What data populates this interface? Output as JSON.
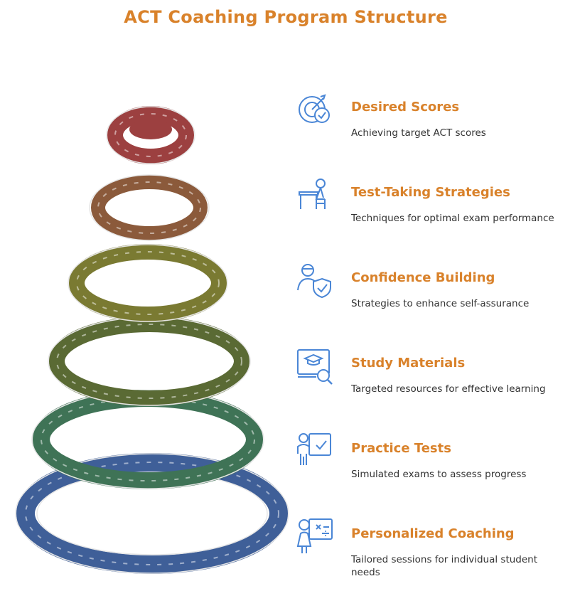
{
  "title": "ACT Coaching Program Structure",
  "colors": {
    "accent": "#d9822b",
    "icon": "#4a86d6",
    "text": "#333333",
    "ring_top": "#9c4040",
    "ring_2": "#8b5a3b",
    "ring_3": "#7a7a32",
    "ring_4": "#6b6b2e",
    "ring_5": "#3f7356",
    "ring_bottom": "#3f5f98"
  },
  "levels": [
    {
      "heading": "Desired Scores",
      "description": "Achieving target ACT scores",
      "icon": "target-check-icon",
      "color": "#9c4040"
    },
    {
      "heading": "Test-Taking Strategies",
      "description": "Techniques for optimal exam performance",
      "icon": "person-at-desk-icon",
      "color": "#8b5a3b"
    },
    {
      "heading": "Confidence Building",
      "description": "Strategies to enhance self-assurance",
      "icon": "person-shield-icon",
      "color": "#7a7a32"
    },
    {
      "heading": "Study Materials",
      "description": "Targeted resources for effective learning",
      "icon": "screen-search-icon",
      "color": "#6b6b2e"
    },
    {
      "heading": "Practice Tests",
      "description": "Simulated exams to assess progress",
      "icon": "person-checkboard-icon",
      "color": "#3f7356"
    },
    {
      "heading": "Personalized Coaching",
      "description": "Tailored sessions for individual student needs",
      "icon": "teacher-board-icon",
      "color": "#3f5f98"
    }
  ]
}
